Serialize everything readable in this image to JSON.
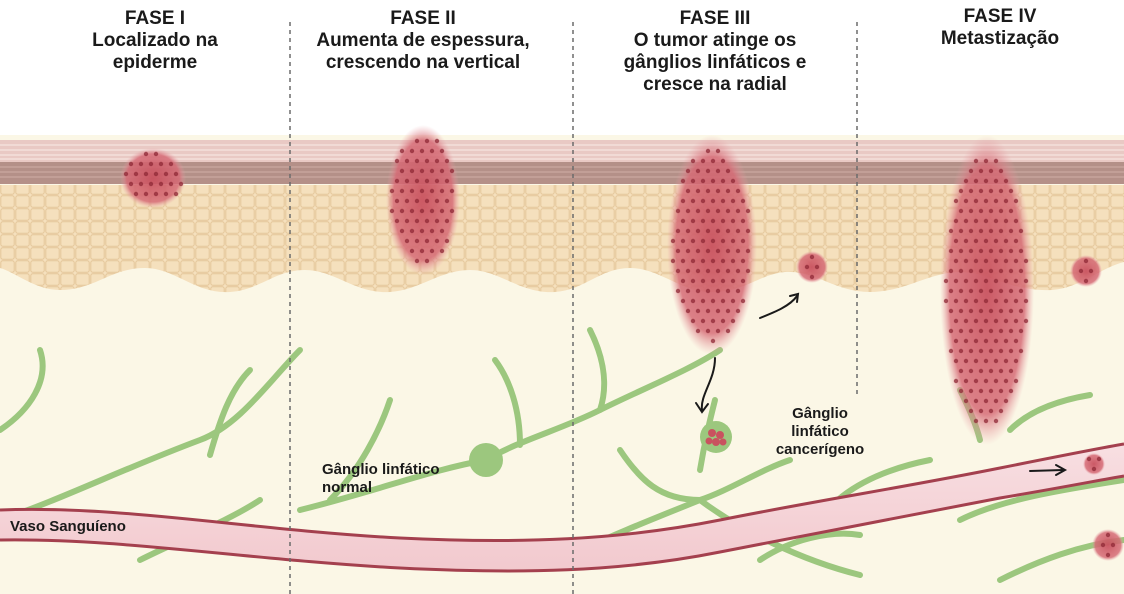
{
  "phases": [
    {
      "heading": "FASE I",
      "description_lines": [
        "Localizado na",
        "epiderme"
      ]
    },
    {
      "heading": "FASE II",
      "description_lines": [
        "Aumenta de espessura,",
        "crescendo na vertical"
      ]
    },
    {
      "heading": "FASE III",
      "description_lines": [
        "O tumor atinge os",
        "gânglios linfáticos e",
        "cresce na radial"
      ]
    },
    {
      "heading": "FASE IV",
      "description_lines": [
        "Metastização"
      ]
    }
  ],
  "labels": {
    "normal_node_line1": "Gânglio linfático",
    "normal_node_line2": "normal",
    "cancer_node_line1": "Gânglio",
    "cancer_node_line2": "linfático",
    "cancer_node_line3": "cancerígeno",
    "blood_vessel": "Vaso Sanguíeno"
  },
  "colors": {
    "dermis": "#fbf7e6",
    "epidermis": "#f5e0bd",
    "stratum_corneum": "#e9c9c4",
    "basal_layer": "#b49088",
    "tumor": "#c9525f",
    "tumor_dark": "#8f2836",
    "lymph": "#9cc77e",
    "vessel_fill": "#f6d6da",
    "vessel_edge": "#a4404e"
  }
}
